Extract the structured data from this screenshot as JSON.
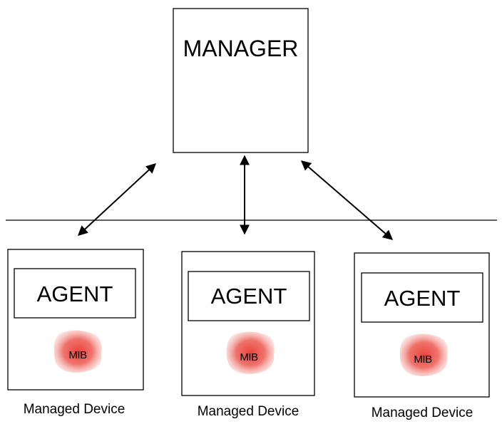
{
  "manager": {
    "label": "MANAGER"
  },
  "devices": [
    {
      "agent_label": "AGENT",
      "mib_label": "MIB",
      "device_label": "Managed Device"
    },
    {
      "agent_label": "AGENT",
      "mib_label": "MIB",
      "device_label": "Managed Device"
    },
    {
      "agent_label": "AGENT",
      "mib_label": "MIB",
      "device_label": "Managed Device"
    }
  ],
  "colors": {
    "mib_fill": "#e8453c",
    "stroke": "#000000"
  }
}
